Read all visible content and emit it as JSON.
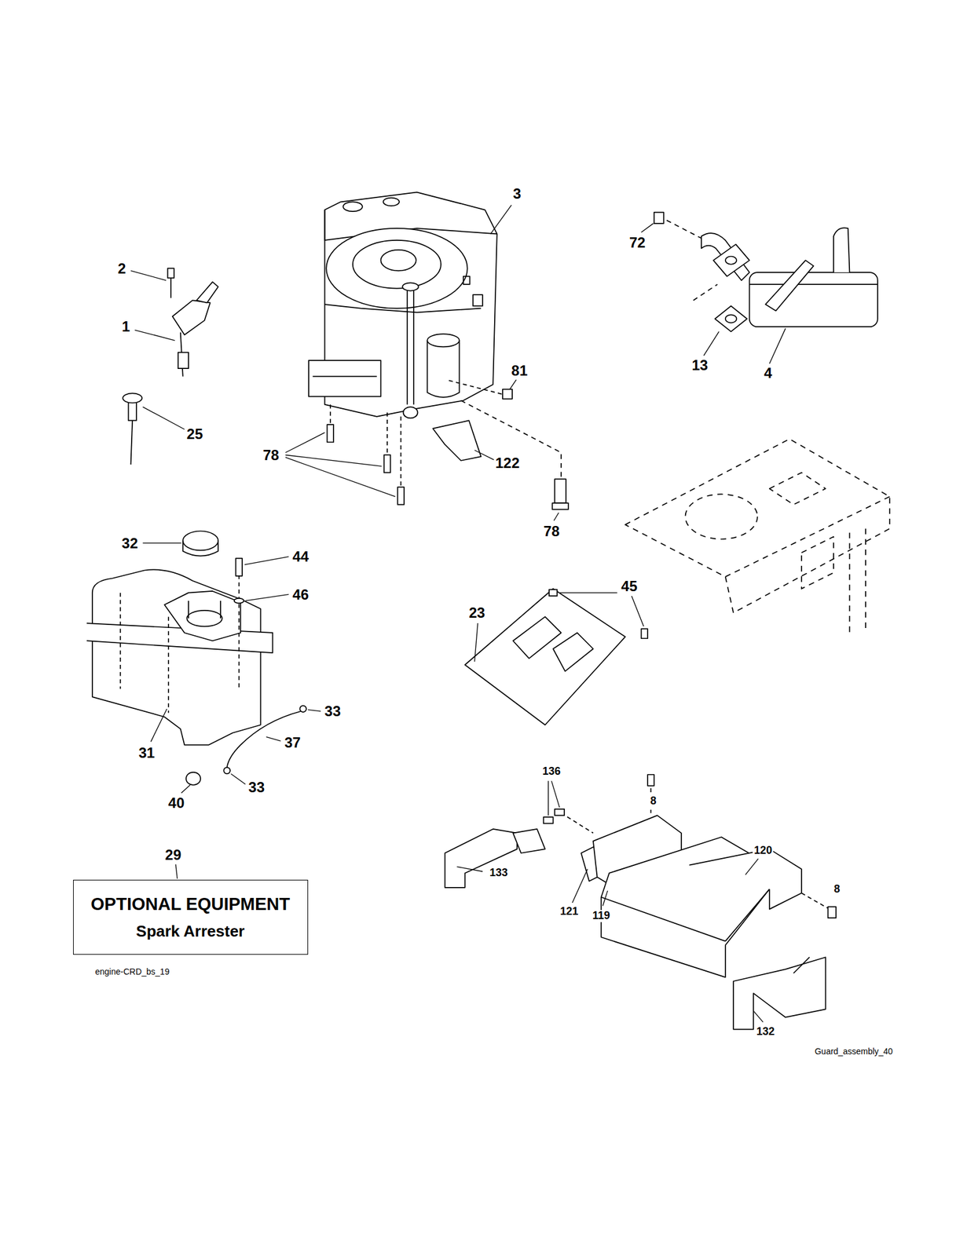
{
  "diagram": {
    "nodes": [
      {
        "text": [
          "OPTIONAL EQUIPMENT",
          "Spark Arrester"
        ]
      }
    ],
    "labels": [
      "3",
      "72",
      "2",
      "1",
      "81",
      "13",
      "4",
      "25",
      "78",
      "122",
      "78",
      "32",
      "44",
      "46",
      "45",
      "23",
      "33",
      "37",
      "31",
      "40",
      "33",
      "136",
      "8",
      "29",
      "120",
      "133",
      "8",
      "121",
      "119",
      "engine-CRD_bs_19",
      "132",
      "Guard_assembly_40"
    ]
  }
}
